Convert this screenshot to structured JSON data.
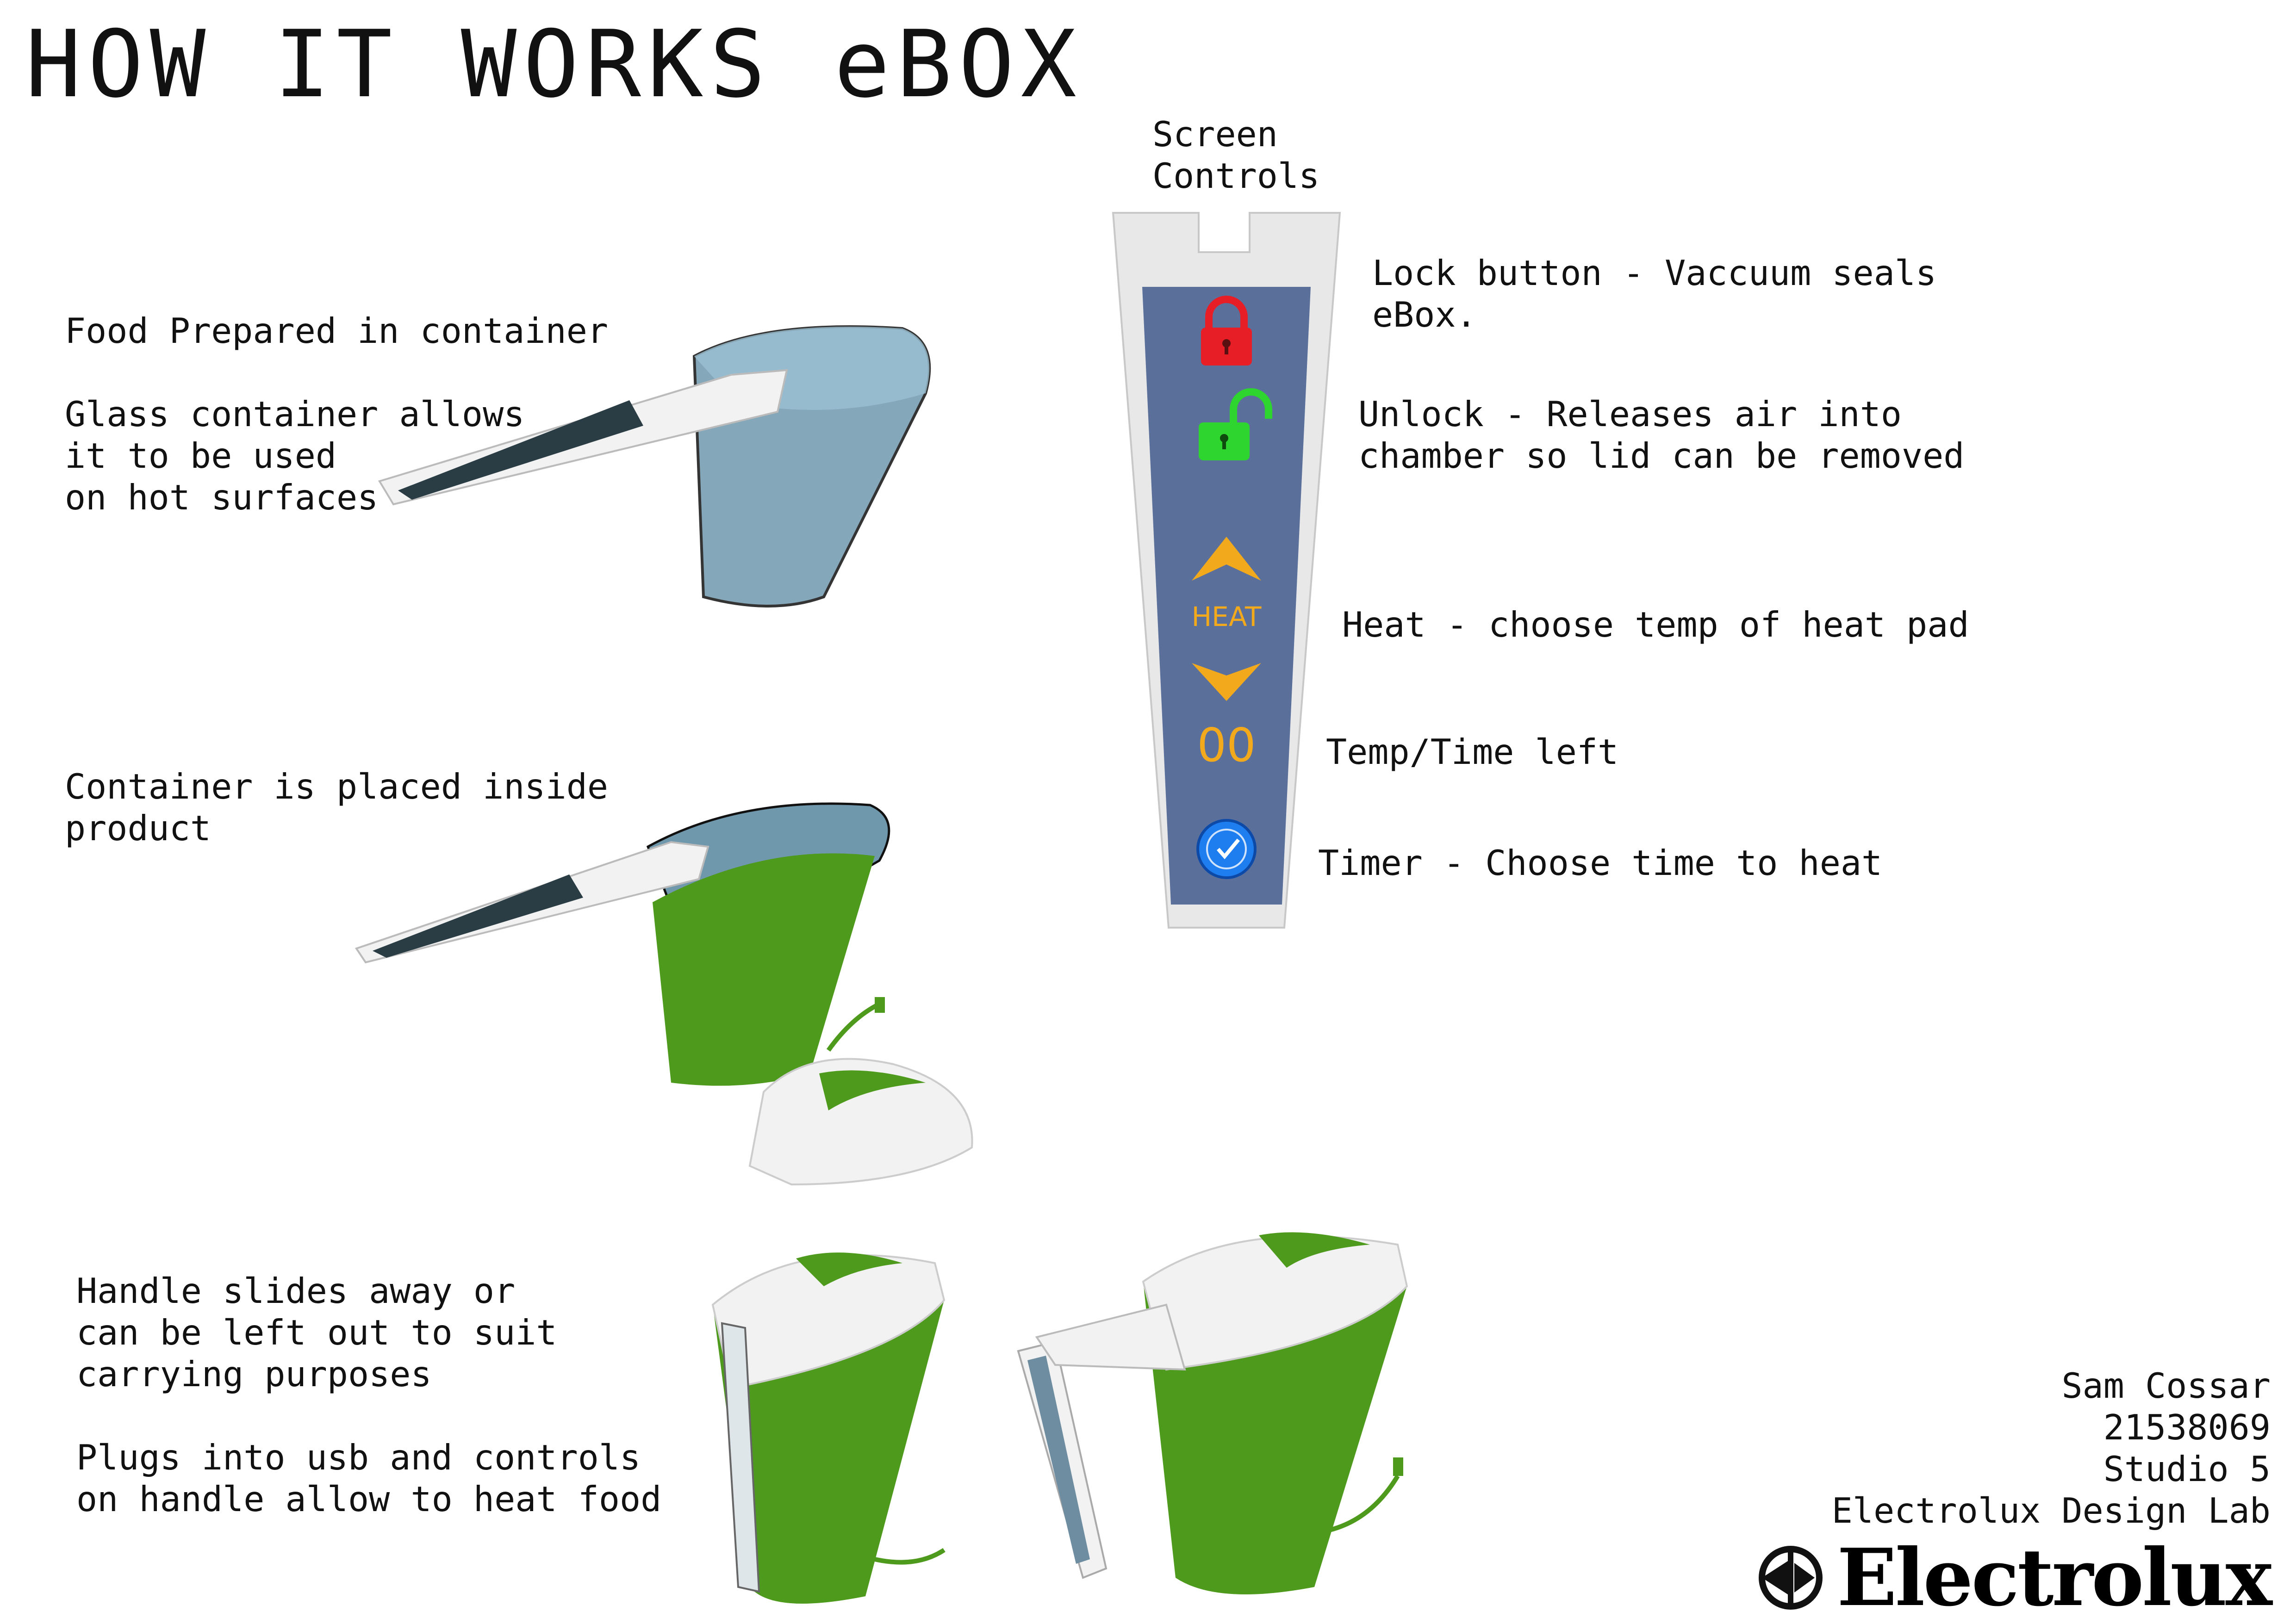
{
  "page": {
    "title": "HOW IT WORKS eBOX"
  },
  "screen_controls": {
    "heading": "Screen\nControls",
    "heat_label": "HEAT",
    "readout": "00",
    "lock_color": "#e81e27",
    "unlock_color": "#2ed52e",
    "heat_color": "#f2aa1c",
    "panel_color": "#5a6f9a",
    "timer_color": "#1e7ef0"
  },
  "annotations": {
    "lock": "Lock button - Vaccuum seals\neBox.",
    "unlock": "Unlock - Releases air into\nchamber so lid can be removed",
    "heat": "Heat - choose temp of heat pad",
    "temp_time": "Temp/Time left",
    "timer": "Timer - Choose time to heat"
  },
  "steps": {
    "food_prepared": "Food Prepared in container",
    "glass_container": "Glass container allows\nit to be used\non hot surfaces",
    "container_placed": "Container is placed inside\nproduct",
    "handle_slides": "Handle slides away or\ncan be left out to suit\ncarrying purposes",
    "plugs_usb": "Plugs into usb and controls\non handle allow to heat food"
  },
  "credits": {
    "name": "Sam Cossar",
    "student_id": "21538069",
    "studio": "Studio 5",
    "lab": "Electrolux Design Lab",
    "brand": "Electrolux"
  },
  "colors": {
    "glass": "#6f98ad",
    "body_green": "#4e9a1c",
    "white_shell": "#f2f2f2"
  }
}
